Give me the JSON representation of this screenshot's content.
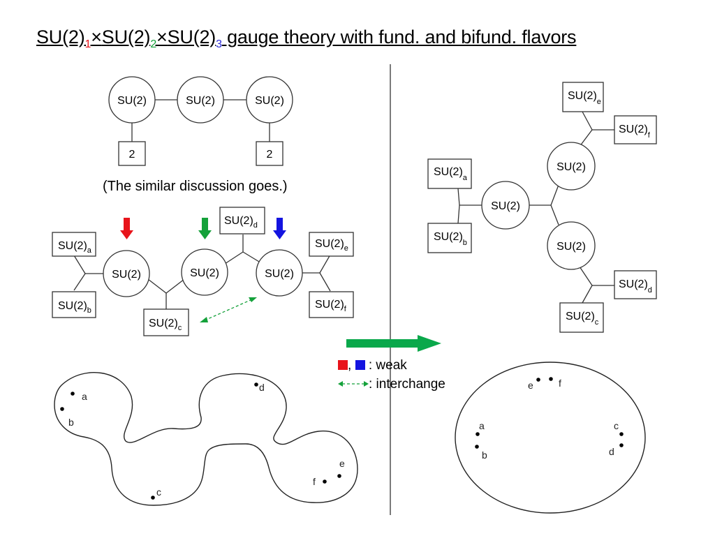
{
  "title": {
    "main": "SU(2)",
    "sub1": "1",
    "times": "×",
    "sub2": "2",
    "sub3": "3",
    "tail": " gauge theory with fund. and bifund. flavors"
  },
  "note": "(The similar discussion goes.)",
  "labels": {
    "su2": "SU(2)",
    "flavor_count": "2",
    "flavor_subscripts": [
      "a",
      "b",
      "c",
      "d",
      "e",
      "f"
    ]
  },
  "points": [
    "a",
    "b",
    "c",
    "d",
    "e",
    "f"
  ],
  "legend": {
    "comma": ",",
    "weak": ": weak",
    "interchange": ": interchange"
  },
  "colors": {
    "red": "#e8141b",
    "green": "#14a13a",
    "blue": "#1414e0",
    "green_arrow": "#0aa84b",
    "line": "#333333"
  }
}
